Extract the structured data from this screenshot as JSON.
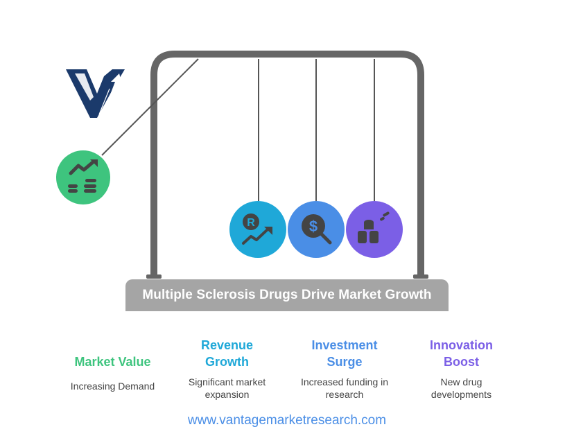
{
  "title": "Multiple Sclerosis Drugs Drive Market Growth",
  "logo": {
    "name": "vantage-logo-icon",
    "color": "#1b3a6b"
  },
  "balls": [
    {
      "icon": "chart-trend-coins-icon",
      "color": "#3ec47e"
    },
    {
      "icon": "rupee-growth-icon",
      "color": "#1fa8d8"
    },
    {
      "icon": "dollar-search-icon",
      "color": "#4a8ee6"
    },
    {
      "icon": "coin-stacks-icon",
      "color": "#7b5fe6"
    }
  ],
  "columns": [
    {
      "title": "Market Value",
      "description": "Increasing Demand",
      "color": "#3ec47e"
    },
    {
      "title_lines": [
        "Revenue",
        "Growth"
      ],
      "description_lines": [
        "Significant market",
        "expansion"
      ],
      "color": "#1fa8d8"
    },
    {
      "title_lines": [
        "Investment",
        "Surge"
      ],
      "description_lines": [
        "Increased funding in",
        "research"
      ],
      "color": "#4a8ee6"
    },
    {
      "title_lines": [
        "Innovation",
        "Boost"
      ],
      "description_lines": [
        "New drug",
        "developments"
      ],
      "color": "#7b5fe6"
    }
  ],
  "footer": {
    "url": "www.vantagemarketresearch.com"
  },
  "colors": {
    "frame": "#666666",
    "base": "#a5a5a5",
    "icon_glyph": "#444444"
  }
}
